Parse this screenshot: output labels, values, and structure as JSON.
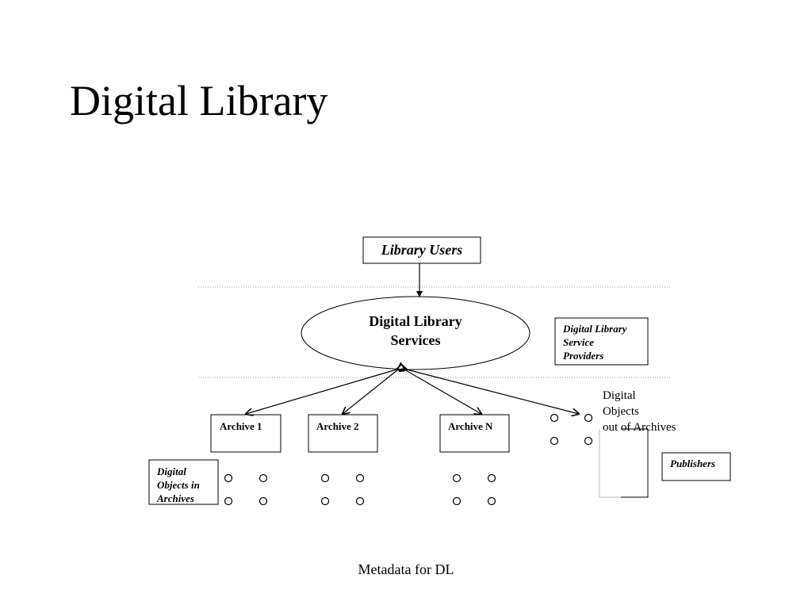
{
  "slide": {
    "title": "Digital Library",
    "footer": "Metadata for DL"
  },
  "diagram": {
    "library_users": "Library Users",
    "services_line1": "Digital Library",
    "services_line2": "Services",
    "providers_line1": "Digital Library",
    "providers_line2": "Service",
    "providers_line3": "Providers",
    "archives": [
      "Archive 1",
      "Archive 2",
      "Archive N"
    ],
    "digital_objects_archives_line1": "Digital",
    "digital_objects_archives_line2": "Objects in",
    "digital_objects_archives_line3": "Archives",
    "out_of_archives_line1": "Digital",
    "out_of_archives_line2": "Objects",
    "out_of_archives_line3": "out of Archives",
    "publishers": "Publishers"
  }
}
